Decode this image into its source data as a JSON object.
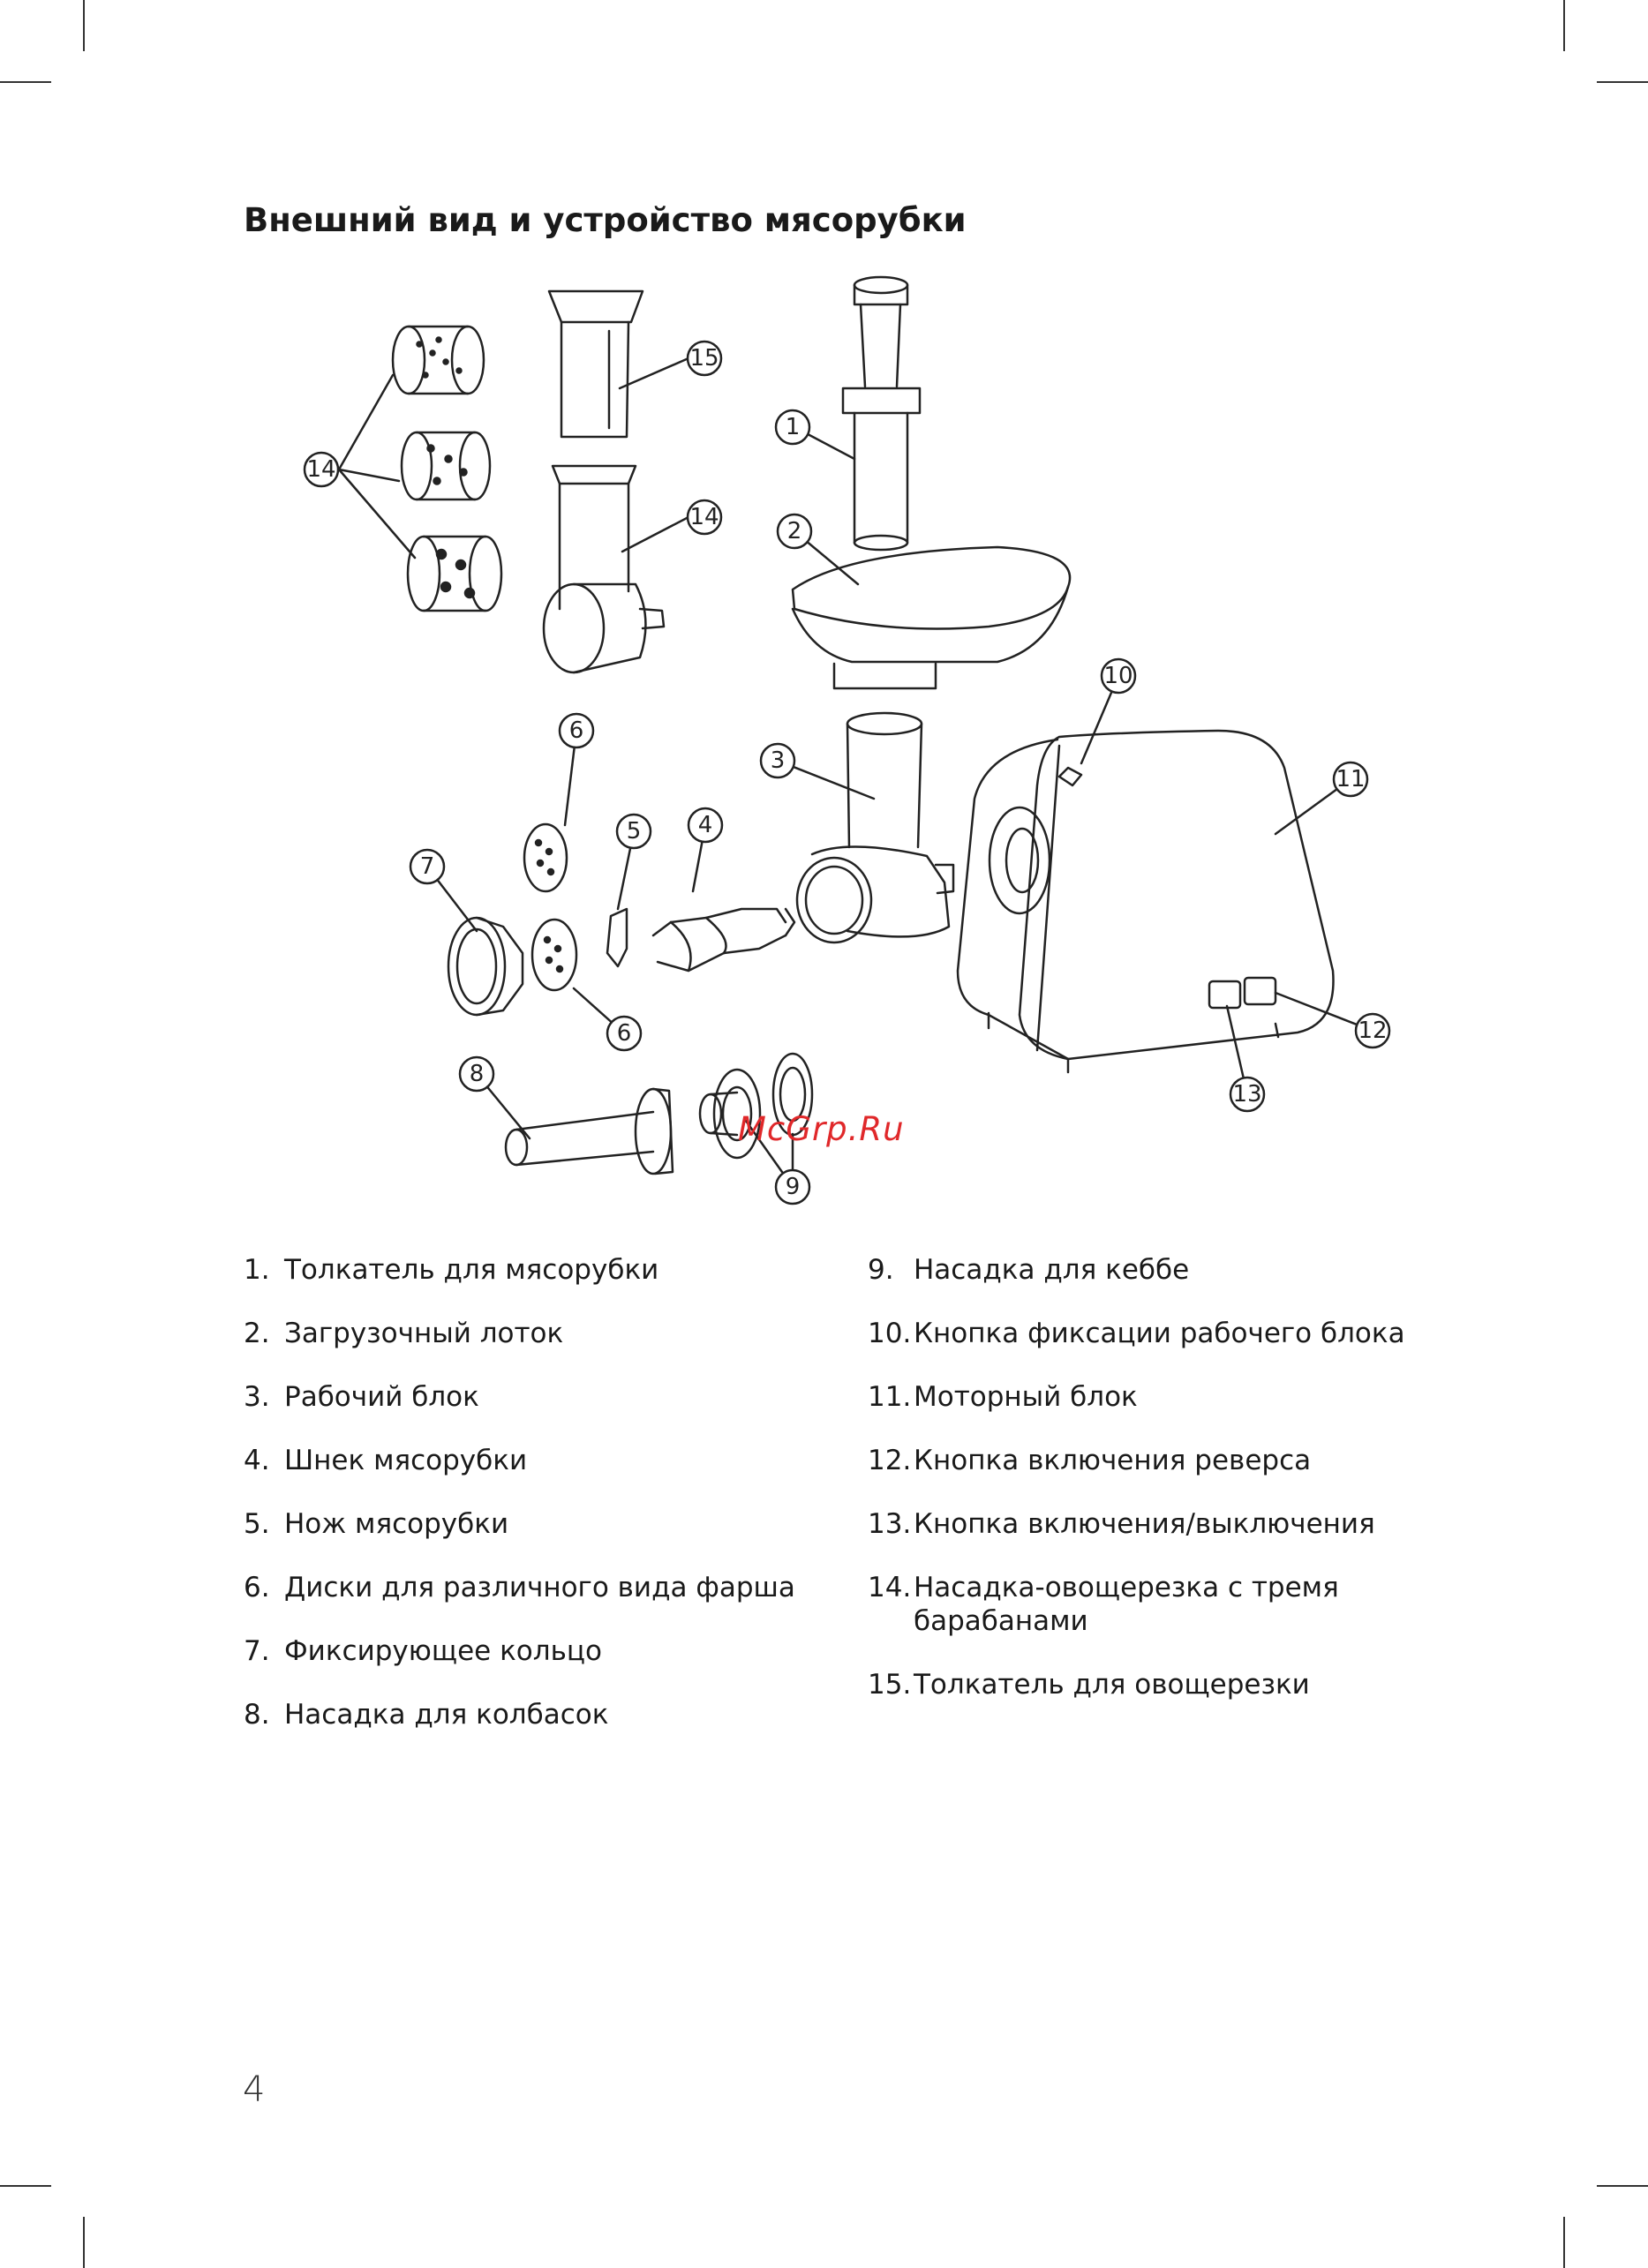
{
  "page": {
    "title": "Внешний вид и устройство мясорубки",
    "watermark": "McGrp.Ru",
    "page_number": "4"
  },
  "callouts": [
    "1",
    "2",
    "3",
    "4",
    "5",
    "6",
    "6",
    "7",
    "8",
    "9",
    "10",
    "11",
    "12",
    "13",
    "14",
    "14",
    "15"
  ],
  "legend_left": [
    {
      "num": "1.",
      "text": "Толкатель для мясорубки"
    },
    {
      "num": "2.",
      "text": "Загрузочный лоток"
    },
    {
      "num": "3.",
      "text": "Рабочий блок"
    },
    {
      "num": "4.",
      "text": "Шнек мясорубки"
    },
    {
      "num": "5.",
      "text": "Нож мясорубки"
    },
    {
      "num": "6.",
      "text": "Диски для различного вида фарша"
    },
    {
      "num": "7.",
      "text": "Фиксирующее кольцо"
    },
    {
      "num": "8.",
      "text": "Насадка для колбасок"
    }
  ],
  "legend_right": [
    {
      "num": "9.",
      "text": "Насадка для кеббе"
    },
    {
      "num": "10.",
      "text": "Кнопка фиксации рабочего блока"
    },
    {
      "num": "11.",
      "text": "Моторный блок"
    },
    {
      "num": "12.",
      "text": "Кнопка включения реверса"
    },
    {
      "num": "13.",
      "text": "Кнопка включения/выключения"
    },
    {
      "num": "14.",
      "text": "Насадка-овощерезка с тремя барабанами"
    },
    {
      "num": "15.",
      "text": "Толкатель для овощерезки"
    }
  ]
}
